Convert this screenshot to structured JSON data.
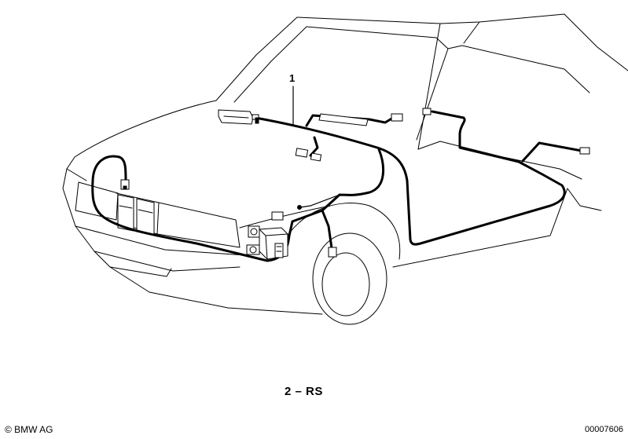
{
  "diagram": {
    "callout_label": "1",
    "caption": "2 – RS"
  },
  "footer": {
    "copyright": "© BMW AG",
    "image_number": "00007606"
  }
}
